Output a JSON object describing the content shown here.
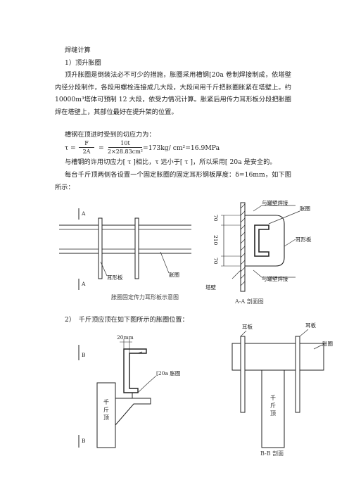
{
  "heading": "焊缝计算",
  "sec1": {
    "title": "1）顶升胀圈",
    "para1": "顶升胀圈是倒装法必不可少的措施，胀圈采用槽钢[20a 卷制焊接制成，依塔壁内径分段制作，各段用螺栓连接成几大段，大段间用千斤把胀圈胀紧在塔壁上。约 10000m³塔体可预制 12 大段，依受力情况计算。胀紧后用传力耳形板分段把胀圈焊在塔壁上，其部位最好在提升架的位置。",
    "shear_intro": "槽钢在顶进时受到的切应力为：",
    "formula": {
      "tau_eq": "τ =",
      "f_num": "F",
      "f_den": "2A",
      "eq2": "=",
      "n_num": "10t",
      "n_den": "2×28.83cm²",
      "result": "=173kg/ cm²=16.9MPa"
    },
    "compare": "与槽钢的许用切应力[ τ ]相比，τ 远小于[ τ ]，所以采用[ 20a 是安全的。",
    "para2": "每台千斤顶两侧各设置一个固定胀圈的固定耳形钢板厚度：δ=16mm，如下图所示："
  },
  "fig1": {
    "marker_top": "A",
    "marker_bottom": "A",
    "label_ear": "耳形板",
    "label_ring": "胀圈",
    "caption": "胀圈固定传力耳形板示意图"
  },
  "fig2": {
    "label_weld_top": "与罐壁焊接",
    "label_ring": "胀圈",
    "label_ear": "耳形板",
    "label_weld_bottom": "与罐壁焊接",
    "label_wall": "塔壁",
    "dim_top": "70",
    "dim_mid": "210",
    "dim_bot": "70",
    "caption": "A-A 剖面图"
  },
  "sec2": {
    "title": "2）　千斤顶应顶在如下图所示的胀圈位置："
  },
  "fig3": {
    "dim": "20mm",
    "label_channel": "[20a 胀圈",
    "label_jack": "千斤顶",
    "marker_top": "B",
    "marker_bottom": "B"
  },
  "fig4": {
    "label_ear_left": "耳板",
    "label_ear_right": "耳板",
    "label_ring": "胀圈",
    "label_jack": "千斤顶",
    "caption": "B-B 剖面"
  }
}
